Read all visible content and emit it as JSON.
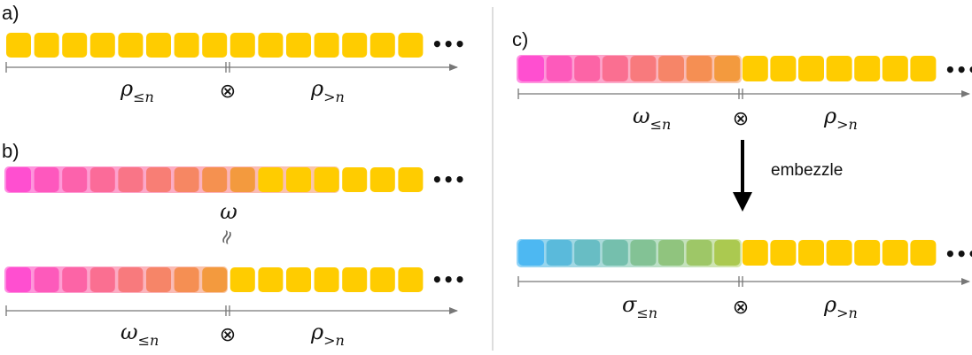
{
  "colors": {
    "yellow": "#FFCC00",
    "magenta": "#FF4FD0",
    "orange": "#F39A3E",
    "cyan": "#4DB8F2",
    "olive": "#ABC950",
    "axis": "#777777",
    "divider": "#DDDDDD",
    "arrow": "#000000"
  },
  "icons": {
    "tensor_symbol": "circled-times",
    "continuation": "horizontal-ellipsis"
  },
  "panels": {
    "a": {
      "label": "a)",
      "left_label": "ρ",
      "left_sub": "≤n",
      "right_label": "ρ",
      "right_sub": ">n",
      "tensor": "⊗",
      "ellipsis": "•••"
    },
    "b": {
      "label": "b)",
      "top_label": "ω",
      "approx": "≈",
      "left_label": "ω",
      "left_sub": "≤n",
      "right_label": "ρ",
      "right_sub": ">n",
      "tensor": "⊗",
      "ellipsis_top": "•••",
      "ellipsis_bottom": "•••"
    },
    "c": {
      "label": "c)",
      "left_label_top": "ω",
      "left_sub_top": "≤n",
      "right_label_top": "ρ",
      "right_sub_top": ">n",
      "arrow_text": "embezzle",
      "left_label_bottom": "σ",
      "left_sub_bottom": "≤n",
      "right_label_bottom": "ρ",
      "right_sub_bottom": ">n",
      "tensor": "⊗",
      "ellipsis_top": "•••",
      "ellipsis_bottom": "•••"
    }
  }
}
